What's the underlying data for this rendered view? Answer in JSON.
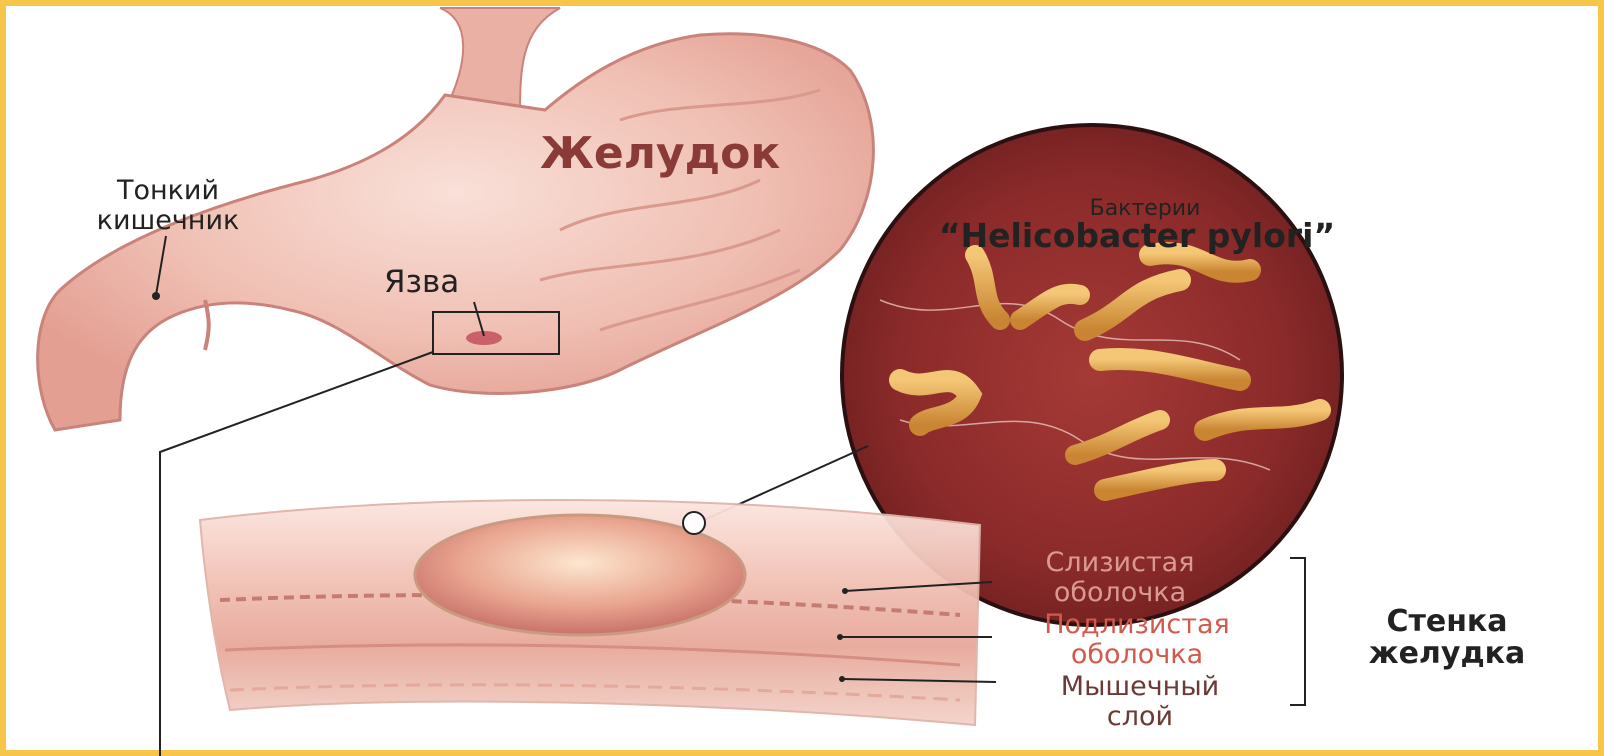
{
  "labels": {
    "stomach": "Желудок",
    "small_intestine_line1": "Тонкий",
    "small_intestine_line2": "кишечник",
    "ulcer": "Язва",
    "bacteria_line1": "Бактерии",
    "bacteria_line2": "“Helicobacter pylori”",
    "mucosa_line1": "Слизистая",
    "mucosa_line2": "оболочка",
    "submucosa_line1": "Подлизистая",
    "submucosa_line2": "оболочка",
    "muscle_line1": "Мышечный",
    "muscle_line2": "слой",
    "wall_line1": "Стенка",
    "wall_line2": "желудка"
  },
  "colors": {
    "frame_border": "#f7c54a",
    "stomach_tissue": "#f0b8ac",
    "stomach_inner": "#f6d2c8",
    "bacteria_background": "#8b2a2a",
    "bacteria": "#e3a04f",
    "mucosa_label": "#d99a92",
    "submucosa_label": "#d25a4d",
    "muscle_label": "#6b3a35"
  }
}
